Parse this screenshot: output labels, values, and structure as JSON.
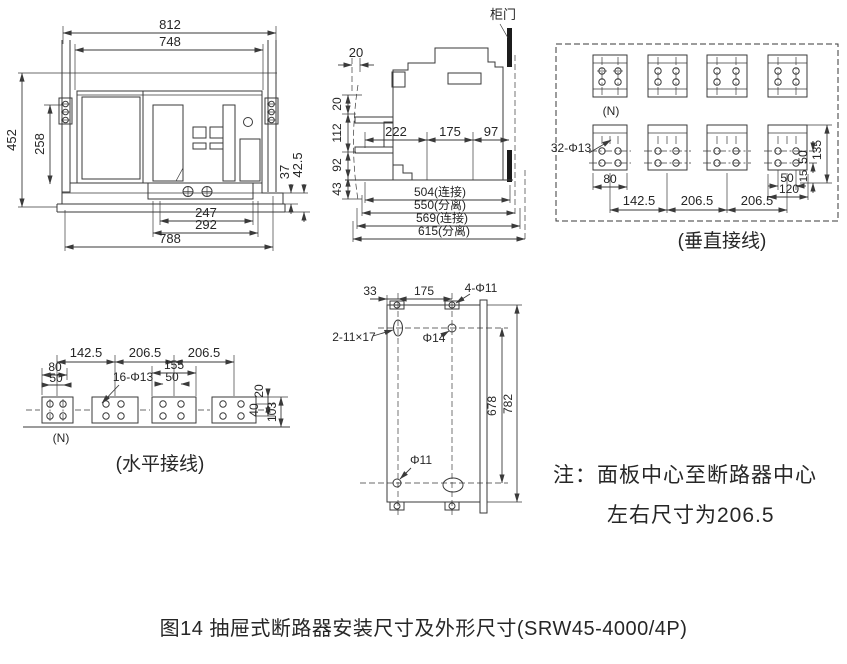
{
  "figure": {
    "caption": "图14 抽屉式断路器安装尺寸及外形尺寸(SRW45-4000/4P)"
  },
  "note": {
    "line1": "注：面板中心至断路器中心",
    "line2": "左右尺寸为206.5"
  },
  "front_view": {
    "dims": {
      "w812": "812",
      "w748": "748",
      "h452": "452",
      "h258": "258",
      "w247": "247",
      "w292": "292",
      "w788": "788",
      "v37": "37",
      "v42_5": "42.5"
    }
  },
  "side_view": {
    "door_label": "柜门",
    "dims": {
      "g20": "20",
      "r20": "20",
      "v112": "112",
      "v92": "92",
      "v43": "43",
      "d222": "222",
      "d175": "175",
      "d97": "97",
      "l504": "504(连接)",
      "l550": "550(分离)",
      "l569": "569(连接)",
      "l615": "615(分离)"
    }
  },
  "vertical_wiring": {
    "title": "(垂直接线)",
    "neutral": "(N)",
    "holes": "32-Φ13",
    "dims": {
      "w80": "80",
      "p142": "142.5",
      "p206a": "206.5",
      "p206b": "206.5",
      "v50": "50",
      "v135": "135",
      "h50": "50",
      "w120": "120",
      "v15": "15"
    }
  },
  "horizontal_wiring": {
    "title": "(水平接线)",
    "neutral": "(N)",
    "holes": "16-Φ13",
    "dims": {
      "p142": "142.5",
      "p206a": "206.5",
      "p206b": "206.5",
      "w80": "80",
      "h50a": "50",
      "w155": "155",
      "h50b": "50",
      "v20": "20",
      "v40": "40",
      "v103": "103"
    }
  },
  "mounting_plate": {
    "dims": {
      "e33": "33",
      "c175": "175",
      "holes4": "4-Φ11",
      "slots": "2-11×17",
      "d14": "Φ14",
      "s678": "678",
      "h782": "782",
      "d11": "Φ11"
    }
  }
}
